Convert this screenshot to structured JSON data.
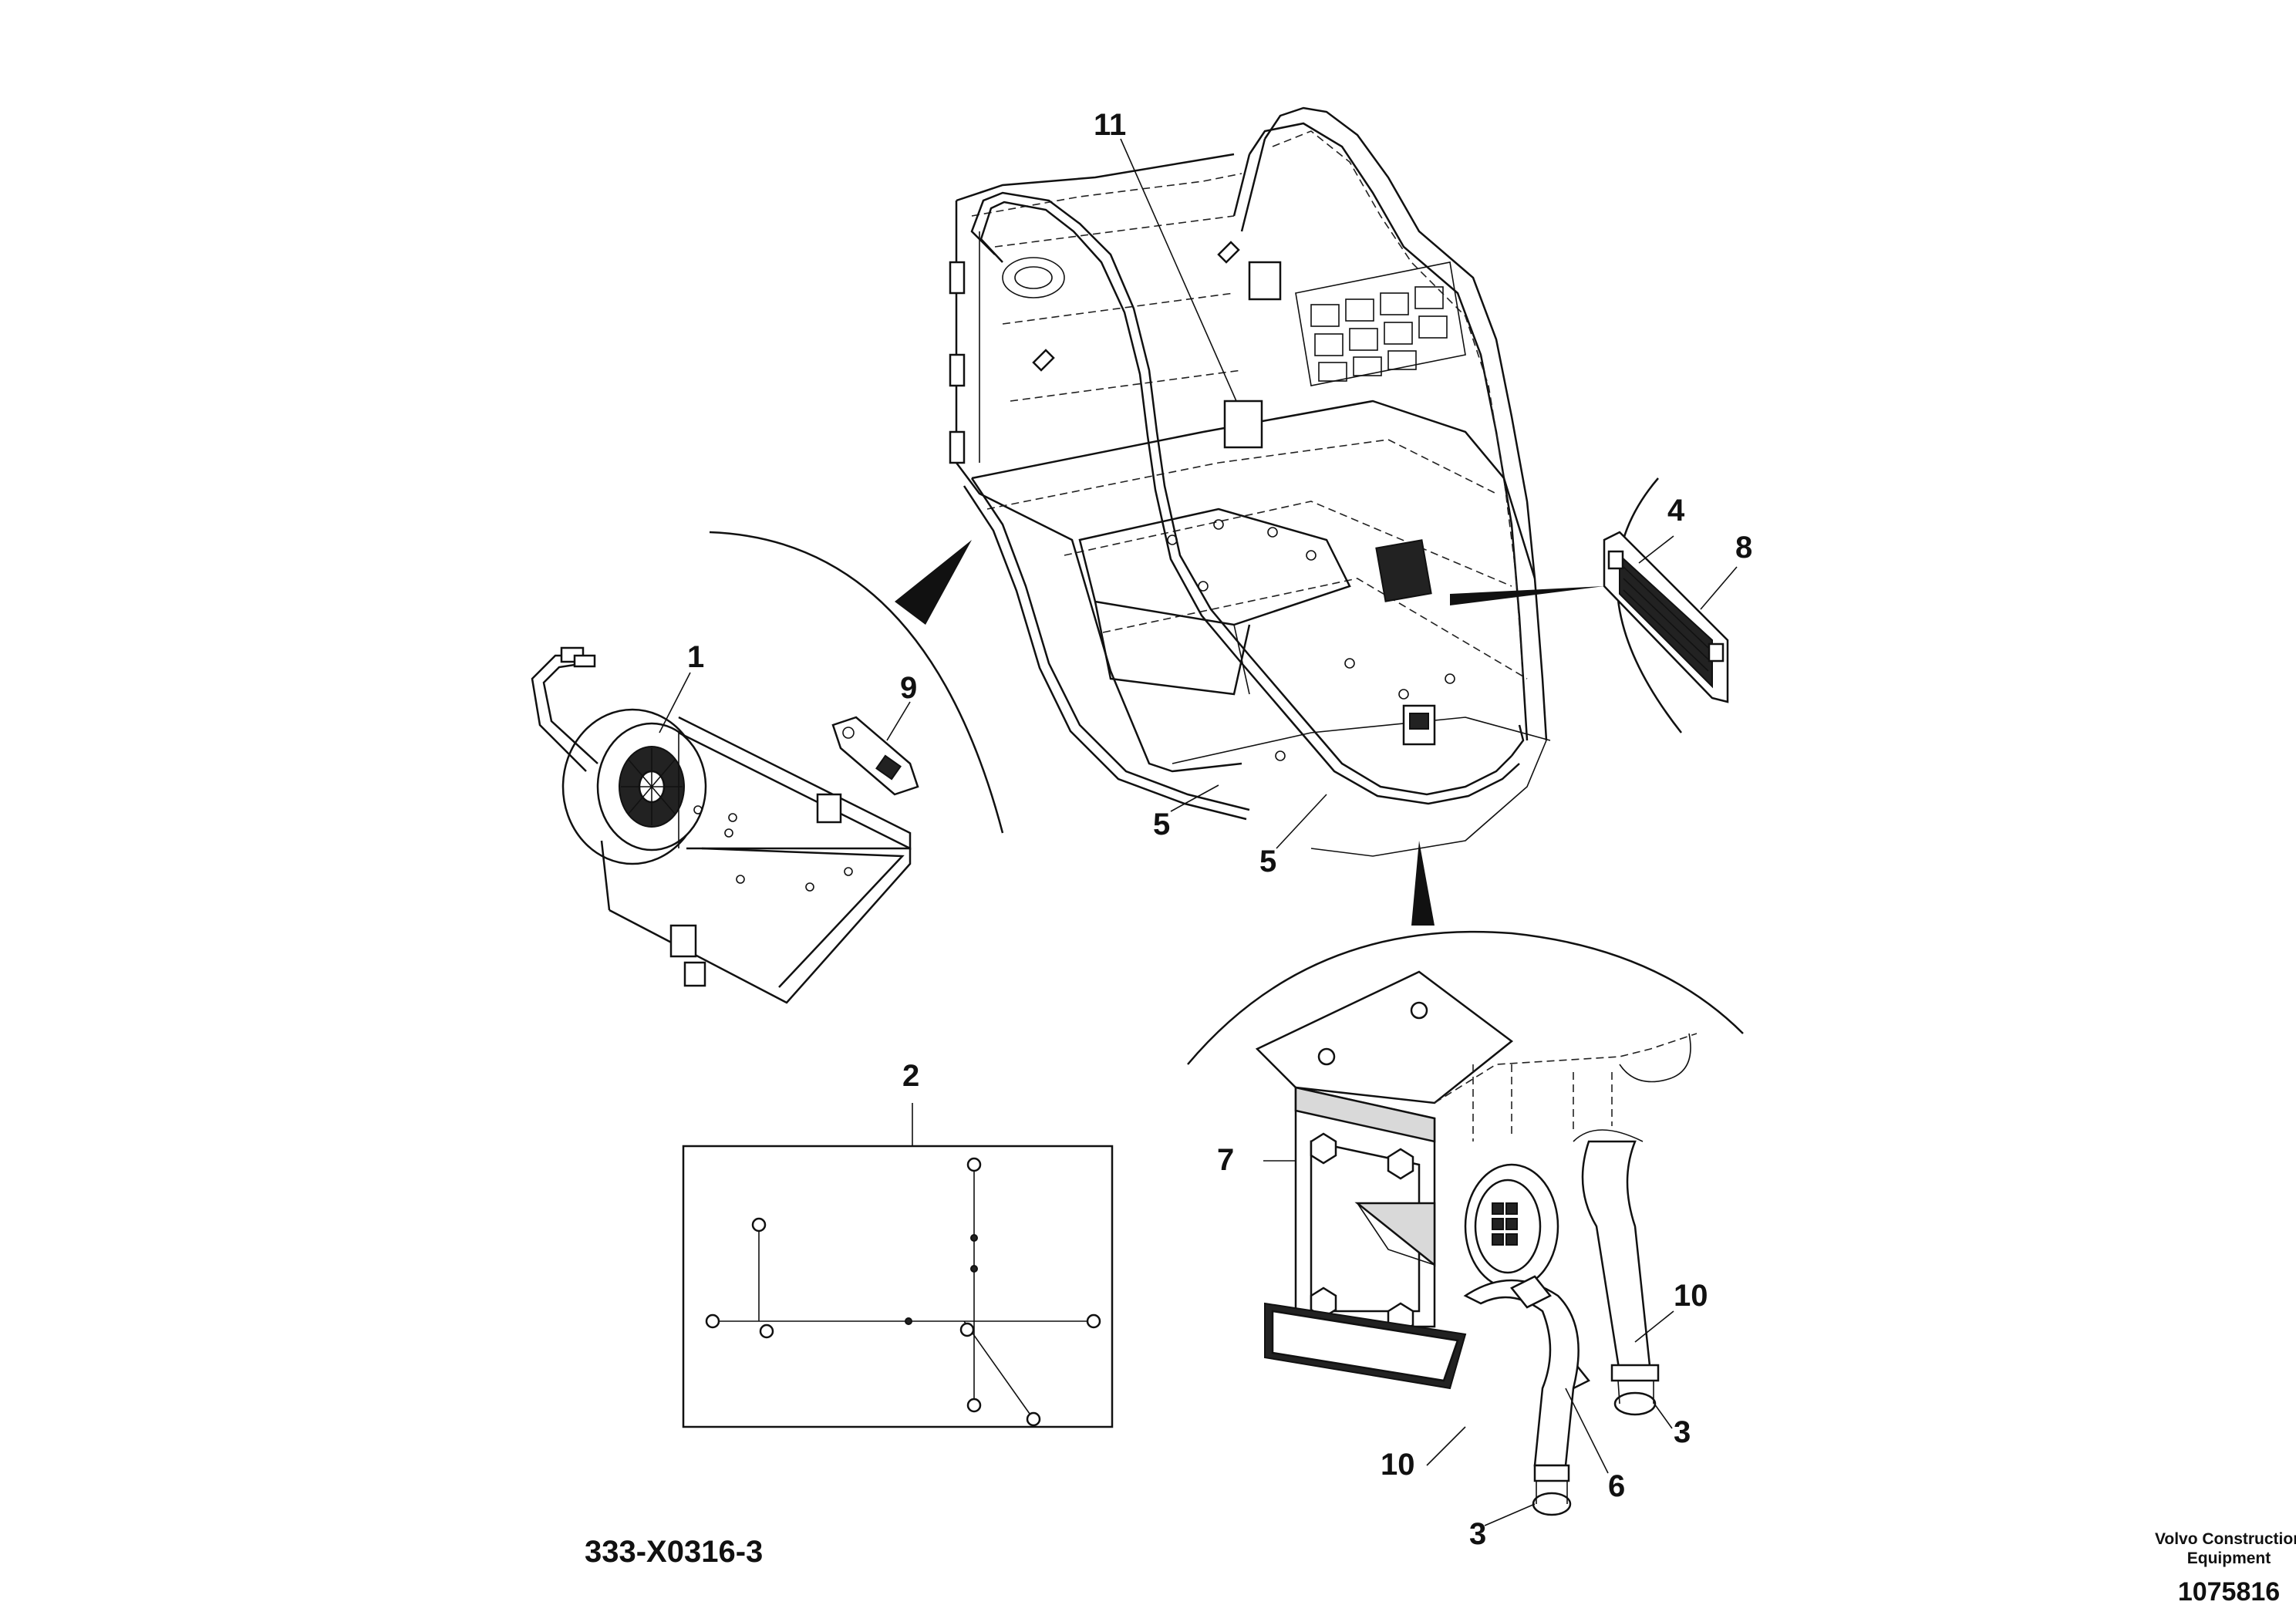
{
  "callouts": {
    "c1": "1",
    "c2": "2",
    "c3a": "3",
    "c3b": "3",
    "c4": "4",
    "c5a": "5",
    "c5b": "5",
    "c6": "6",
    "c7": "7",
    "c8": "8",
    "c9": "9",
    "c10a": "10",
    "c10b": "10",
    "c11": "11"
  },
  "drawing_code": "333-X0316-3",
  "brand": {
    "line1": "Volvo Construction",
    "line2": "Equipment"
  },
  "document_number": "1075816"
}
